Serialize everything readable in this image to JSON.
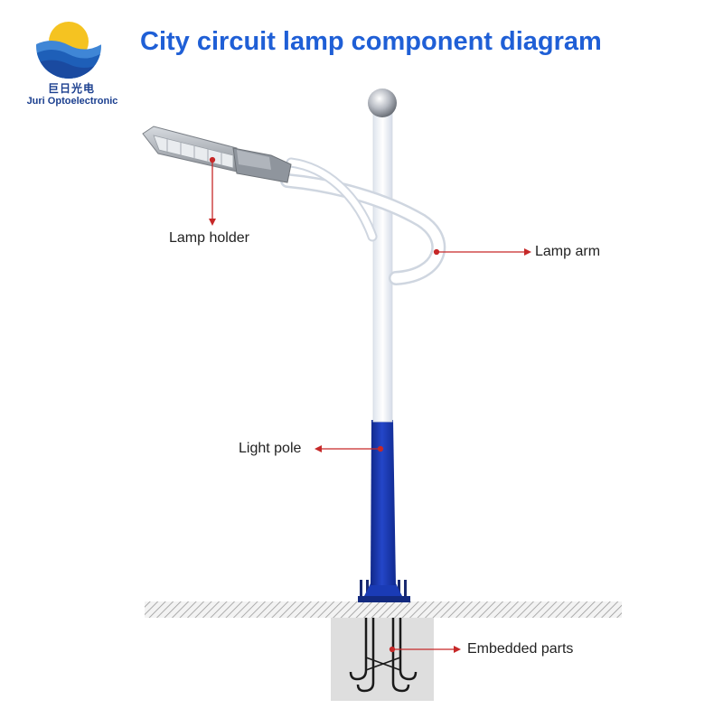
{
  "brand": {
    "name_cn": "巨日光电",
    "name_en": "Juri Optoelectronic"
  },
  "title": "City circuit lamp component diagram",
  "callouts": {
    "lamp_holder": "Lamp holder",
    "lamp_arm": "Lamp arm",
    "light_pole": "Light pole",
    "embedded_parts": "Embedded parts"
  },
  "colors": {
    "title": "#1f5fd6",
    "pole_lower": "#1a3bb5",
    "pole_upper": "#f4f6f9",
    "callout_line": "#c62828",
    "logo_sun": "#f5c321",
    "logo_wave": "#1e5fb8"
  }
}
